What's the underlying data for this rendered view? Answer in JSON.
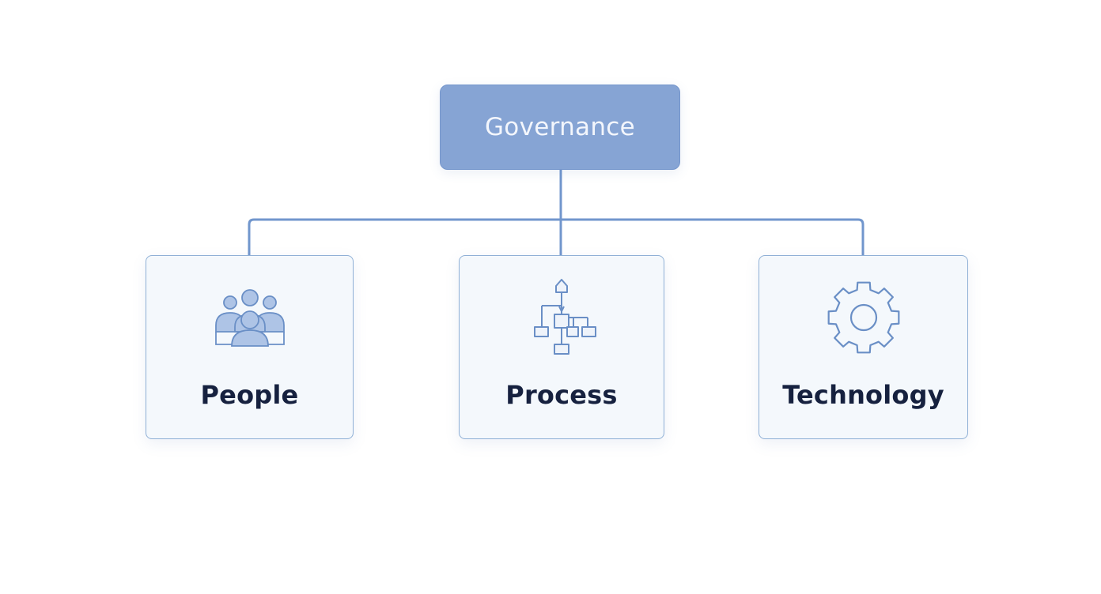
{
  "diagram": {
    "root": {
      "label": "Governance",
      "color": "#86a4d4"
    },
    "children": [
      {
        "label": "People",
        "icon": "people-group-icon"
      },
      {
        "label": "Process",
        "icon": "process-flow-icon"
      },
      {
        "label": "Technology",
        "icon": "gear-icon"
      }
    ],
    "colors": {
      "connector": "#7196cd",
      "box_fill": "#f4f8fc",
      "box_border": "#8fb0d6",
      "icon_stroke": "#6a8fc6",
      "icon_fill": "#aec4e6",
      "label_text": "#16213f"
    }
  }
}
